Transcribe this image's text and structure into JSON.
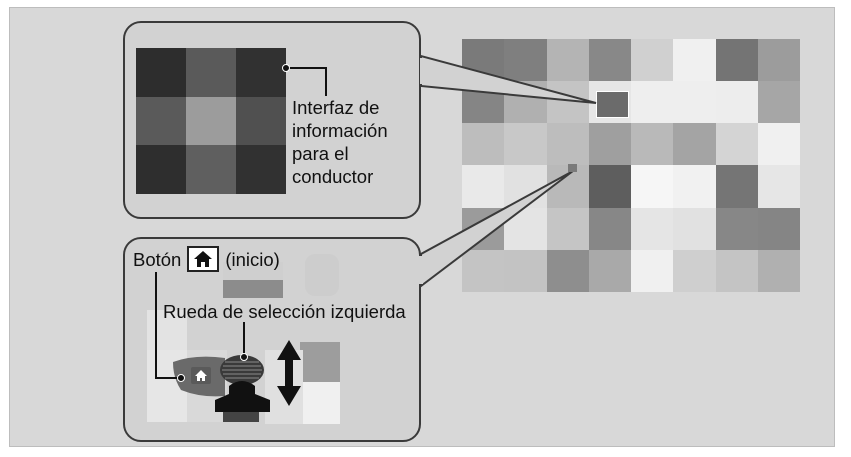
{
  "labels": {
    "interface_line1": "Interfaz de",
    "interface_line2": "información",
    "interface_line3": "para el",
    "interface_line4": "conductor",
    "home_before": "Botón",
    "home_after": "(inicio)",
    "wheel": "Rueda de selección izquierda"
  },
  "icons": {
    "home": "home-icon",
    "arrow": "up-down-arrow-icon"
  },
  "colors": {
    "background": "#d8d8d8",
    "callout_fill": "#d2d2d2",
    "outline": "#3a3a3a"
  },
  "mosaic": [
    [
      "#7a7a7a",
      "#7f7f7f",
      "#b4b4b4",
      "#888888",
      "#d0d0d0",
      "#f0f0f0",
      "#747474",
      "#9c9c9c"
    ],
    [
      "#858585",
      "#b0b0b0",
      "#c4c4c4",
      "#e6e6e6",
      "#eeeeee",
      "#eeeeee",
      "#ededed",
      "#a6a6a6"
    ],
    [
      "#bdbdbd",
      "#c8c8c8",
      "#bdbdbd",
      "#9f9f9f",
      "#b9b9b9",
      "#a4a4a4",
      "#d4d4d4",
      "#f0f0f0"
    ],
    [
      "#e9e9e9",
      "#e1e1e1",
      "#b9b9b9",
      "#5e5e5e",
      "#f6f6f6",
      "#f1f1f1",
      "#757575",
      "#e6e6e6"
    ],
    [
      "#9b9b9b",
      "#e4e4e4",
      "#c5c5c5",
      "#878787",
      "#e5e5e5",
      "#e1e1e1",
      "#878787",
      "#858585"
    ],
    [
      "#c4c4c4",
      "#c3c3c3",
      "#8e8e8e",
      "#a9a9a9",
      "#f0f0f0",
      "#cfcfcf",
      "#c4c4c4",
      "#b0b0b0"
    ]
  ],
  "mini_mosaic": [
    [
      "#2d2d2d",
      "#5a5a5a",
      "#313131"
    ],
    [
      "#5a5a5a",
      "#9c9c9c",
      "#505050"
    ],
    [
      "#2e2e2e",
      "#5f5f5f",
      "#313131"
    ]
  ]
}
